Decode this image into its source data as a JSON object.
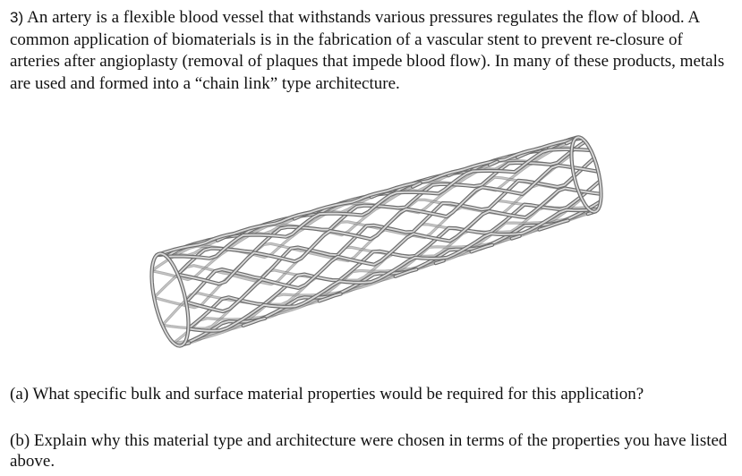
{
  "question": {
    "number": "3)",
    "intro": "An artery is a flexible blood vessel that withstands various pressures regulates the flow of blood. A common application of biomaterials is in the fabrication of a vascular stent to prevent re-closure of arteries after angioplasty (removal of plaques that impede blood flow). In many of these products, metals are used and formed into a “chain link” type architecture."
  },
  "figure": {
    "icon": "stent-illustration",
    "colors": {
      "metal_dark": "#6e6e6e",
      "metal_light": "#d9d9d9"
    }
  },
  "parts": {
    "a": "(a) What specific bulk and surface material properties would be required for this application?",
    "b": "(b) Explain why this material type and architecture were chosen in terms of the properties you have listed above."
  }
}
